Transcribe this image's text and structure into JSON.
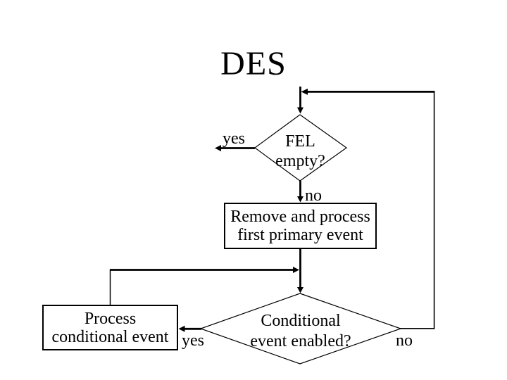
{
  "title": "DES",
  "flowchart": {
    "decision_fel": {
      "line1": "FEL",
      "line2": "empty?"
    },
    "box_remove": {
      "line1": "Remove and process",
      "line2": "first primary event"
    },
    "decision_conditional": {
      "line1": "Conditional",
      "line2": "event enabled?"
    },
    "box_process": {
      "line1": "Process",
      "line2": "conditional event"
    },
    "labels": {
      "yes_top": "yes",
      "no_top": "no",
      "yes_bottom": "yes",
      "no_bottom": "no"
    }
  },
  "colors": {
    "ink": "#000000",
    "background": "#ffffff"
  }
}
